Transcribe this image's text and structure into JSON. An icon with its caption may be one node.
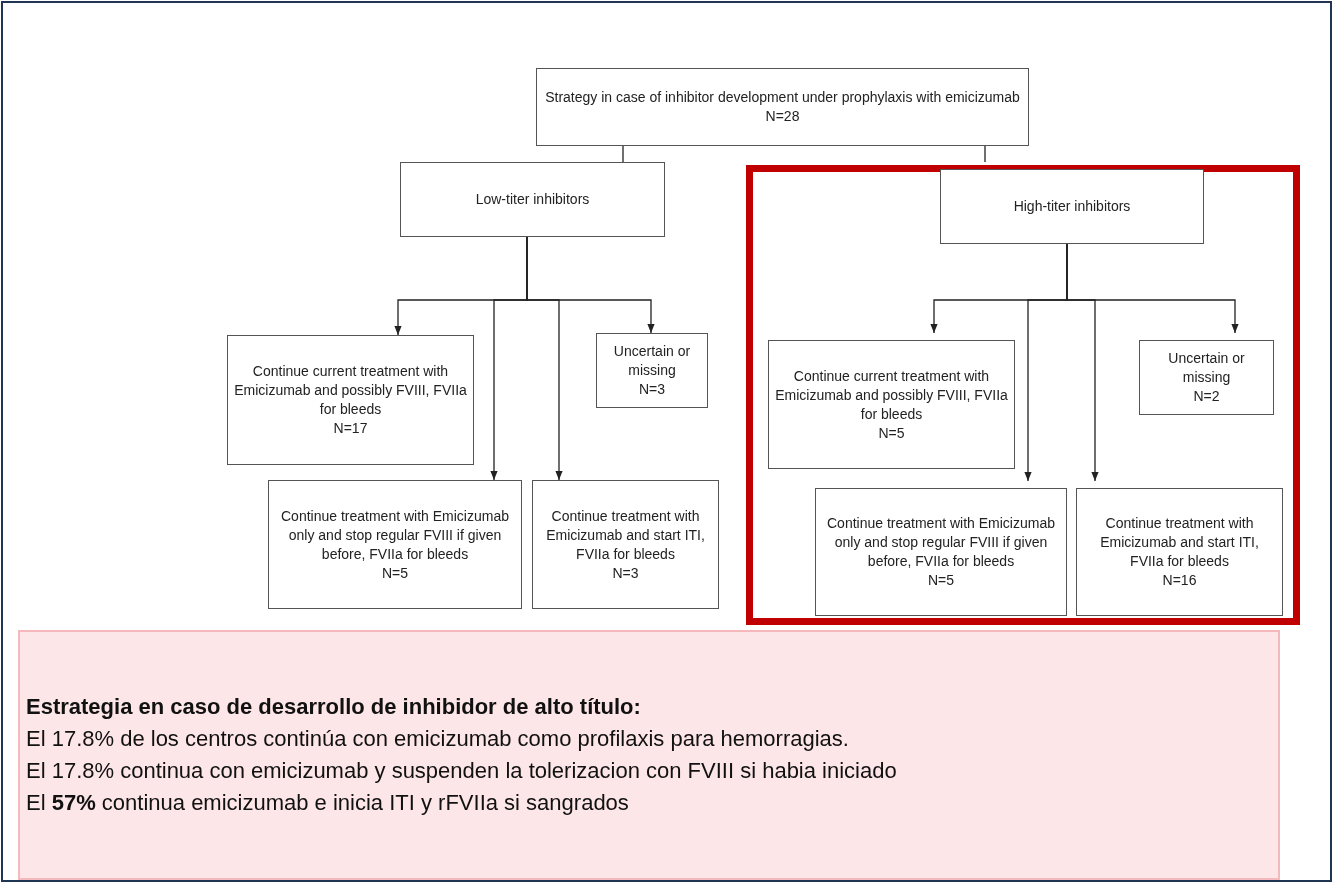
{
  "diagram": {
    "nodes": [
      {
        "text": [
          "Strategy in case of inhibitor development under prophylaxis with emicizumab",
          "N=28"
        ]
      },
      {
        "text": [
          "Low-titer inhibitors"
        ]
      },
      {
        "text": [],
        "shape": "box"
      },
      {
        "text": [
          "High-titer inhibitors"
        ],
        "in": 2
      },
      {
        "text": [
          "Continue current treatment with Emicizumab and possibly FVIII, FVIIa for bleeds",
          "N=17"
        ]
      },
      {
        "text": [
          "Uncertain or missing",
          "N=3"
        ]
      },
      {
        "text": [
          "Continue treatment with Emicizumab only and stop regular FVIII if given before, FVIIa for bleeds",
          "N=5"
        ]
      },
      {
        "text": [
          "Continue treatment with Emicizumab and start ITI, FVIIa for bleeds",
          "N=3"
        ]
      },
      {
        "text": [
          "Continue current treatment with Emicizumab and possibly FVIII, FVIIa for bleeds",
          "N=5"
        ],
        "in": 2
      },
      {
        "text": [
          "Uncertain or missing",
          "N=2"
        ],
        "in": 2
      },
      {
        "text": [
          "Continue treatment with Emicizumab only and stop regular FVIII if given before, FVIIa for bleeds",
          "N=5"
        ],
        "in": 2
      },
      {
        "text": [
          "Continue treatment with Emicizumab and start ITI, FVIIa for bleeds",
          "N=16"
        ],
        "in": 2
      },
      {
        "text": [
          "Estrategia en caso de desarrollo de inhibidor de alto título:",
          "El 17.8% de los centros continúa con emicizumab como profilaxis para hemorragias.",
          "El 17.8% continua con emicizumab y suspenden la tolerizacion con FVIII si habia iniciado",
          "El **57%** continua emicizumab e inicia ITI y rFVIIa si sangrados"
        ]
      }
    ],
    "edges": [
      {
        "from": 0,
        "to": 1,
        "arrow": "none"
      },
      {
        "from": 0,
        "to": 3,
        "arrow": "none"
      },
      {
        "from": 1,
        "to": 4,
        "arrow": "to"
      },
      {
        "from": 1,
        "to": 6,
        "arrow": "to"
      },
      {
        "from": 1,
        "to": 7,
        "arrow": "to"
      },
      {
        "from": 1,
        "to": 5,
        "arrow": "to"
      },
      {
        "from": 3,
        "to": 8,
        "arrow": "to"
      },
      {
        "from": 3,
        "to": 10,
        "arrow": "to"
      },
      {
        "from": 3,
        "to": 11,
        "arrow": "to"
      },
      {
        "from": 3,
        "to": 9,
        "arrow": "to"
      }
    ]
  }
}
